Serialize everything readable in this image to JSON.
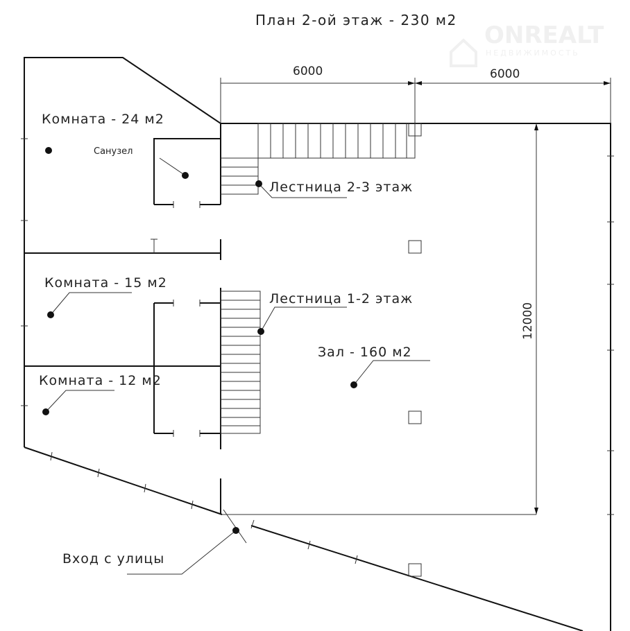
{
  "title": "План 2-ой  этаж - 230 м2",
  "watermark": {
    "brand": "ONREALT",
    "sub": "НЕДВИЖИМОСТЬ"
  },
  "dimensions": {
    "top_left": "6000",
    "top_right": "6000",
    "vertical": "12000"
  },
  "rooms": {
    "room24": "Комната - 24 м2",
    "bathroom": "Санузел",
    "stairs23": "Лестница 2-3 этаж",
    "room15": "Комната - 15 м2",
    "stairs12": "Лестница 1-2 этаж",
    "hall": "Зал - 160 м2",
    "room12": "Комната - 12 м2",
    "entrance": "Вход с улицы"
  }
}
